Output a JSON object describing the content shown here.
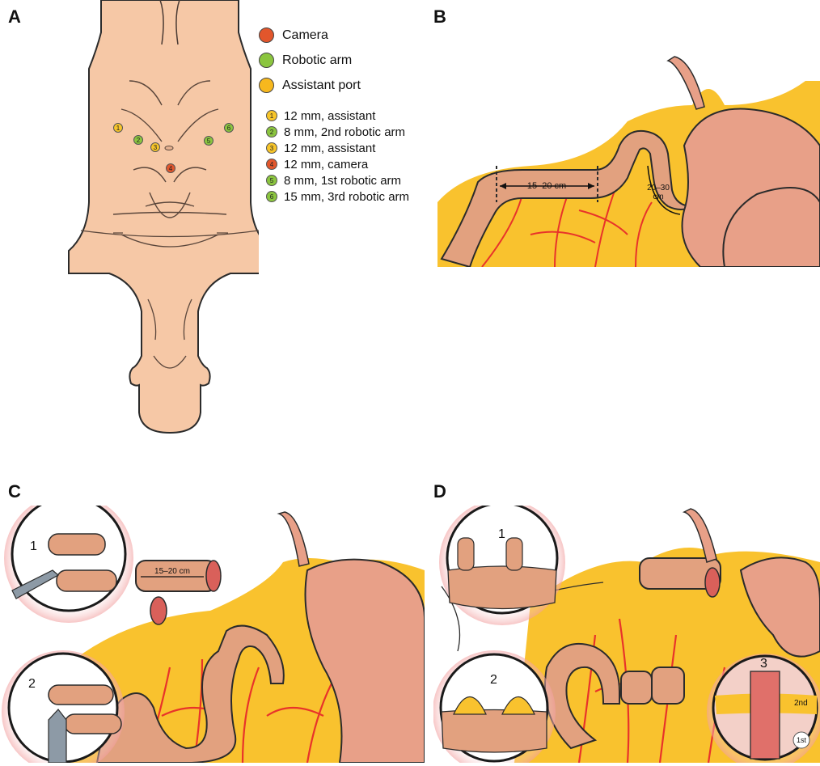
{
  "panels": {
    "A": "A",
    "B": "B",
    "C": "C",
    "D": "D"
  },
  "legend": {
    "items": [
      {
        "label": "Camera",
        "color": "#e2562c"
      },
      {
        "label": "Robotic arm",
        "color": "#8bc53f"
      },
      {
        "label": "Assistant port",
        "color": "#f7b81e"
      }
    ],
    "ports": [
      {
        "num": "1",
        "label": "12 mm, assistant",
        "color": "#f7c52a"
      },
      {
        "num": "2",
        "label": "8 mm, 2nd robotic arm",
        "color": "#8bc53f"
      },
      {
        "num": "3",
        "label": "12 mm, assistant",
        "color": "#f7c52a"
      },
      {
        "num": "4",
        "label": "12 mm, camera",
        "color": "#e2562c"
      },
      {
        "num": "5",
        "label": "8 mm, 1st robotic arm",
        "color": "#8bc53f"
      },
      {
        "num": "6",
        "label": "15 mm, 3rd robotic arm",
        "color": "#8bc53f"
      }
    ]
  },
  "panelB": {
    "measure_1": "15–20 cm",
    "measure_2a": "20–30",
    "measure_2b": "cm"
  },
  "panelC": {
    "measure": "15–20 cm",
    "inset_1": "1",
    "inset_2": "2"
  },
  "panelD": {
    "inset_1": "1",
    "inset_2": "2",
    "inset_3": "3",
    "label_2nd": "2nd",
    "label_1st": "1st"
  },
  "colors": {
    "skin": "#f6c8a6",
    "fat": "#f9c22e",
    "vessel": "#e8332a",
    "bowel": "#d9957a",
    "outline": "#2b2b2b"
  }
}
